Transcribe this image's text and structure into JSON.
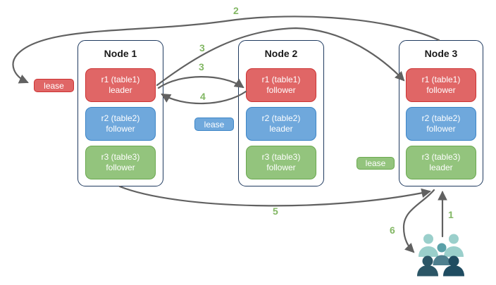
{
  "diagram": {
    "title_semantic": "replica-leaseholder-request-flow",
    "nodes": [
      {
        "title": "Node 1",
        "replicas": [
          {
            "name": "r1 (table1)",
            "role": "leader",
            "color": "red"
          },
          {
            "name": "r2 (table2)",
            "role": "follower",
            "color": "blue"
          },
          {
            "name": "r3 (table3)",
            "role": "follower",
            "color": "green"
          }
        ]
      },
      {
        "title": "Node 2",
        "replicas": [
          {
            "name": "r1 (table1)",
            "role": "follower",
            "color": "red"
          },
          {
            "name": "r2 (table2)",
            "role": "leader",
            "color": "blue"
          },
          {
            "name": "r3 (table3)",
            "role": "follower",
            "color": "green"
          }
        ]
      },
      {
        "title": "Node 3",
        "replicas": [
          {
            "name": "r1 (table1)",
            "role": "follower",
            "color": "red"
          },
          {
            "name": "r2 (table2)",
            "role": "follower",
            "color": "blue"
          },
          {
            "name": "r3 (table3)",
            "role": "leader",
            "color": "green"
          }
        ]
      }
    ],
    "lease_badges": [
      {
        "text": "lease",
        "color": "red"
      },
      {
        "text": "lease",
        "color": "blue"
      },
      {
        "text": "lease",
        "color": "green"
      }
    ],
    "steps": {
      "s1": "1",
      "s2": "2",
      "s3a": "3",
      "s3b": "3",
      "s4": "4",
      "s5": "5",
      "s6": "6"
    },
    "icons": {
      "users_group": "users-group-icon"
    },
    "colors": {
      "red_fill": "#E06666",
      "red_border": "#CC3333",
      "blue_fill": "#6FA8DC",
      "blue_border": "#3D85C6",
      "green_fill": "#93C47D",
      "green_border": "#6AA84F",
      "node_border": "#1F3A5F",
      "arrow": "#616161",
      "step_label": "#82B764",
      "users_light": "#9ACFCB",
      "users_medium_head": "#5AA0A8",
      "users_medium_body": "#4E7F8E",
      "users_dark_left": "#2B5666",
      "users_dark_right": "#1F4C61"
    }
  }
}
